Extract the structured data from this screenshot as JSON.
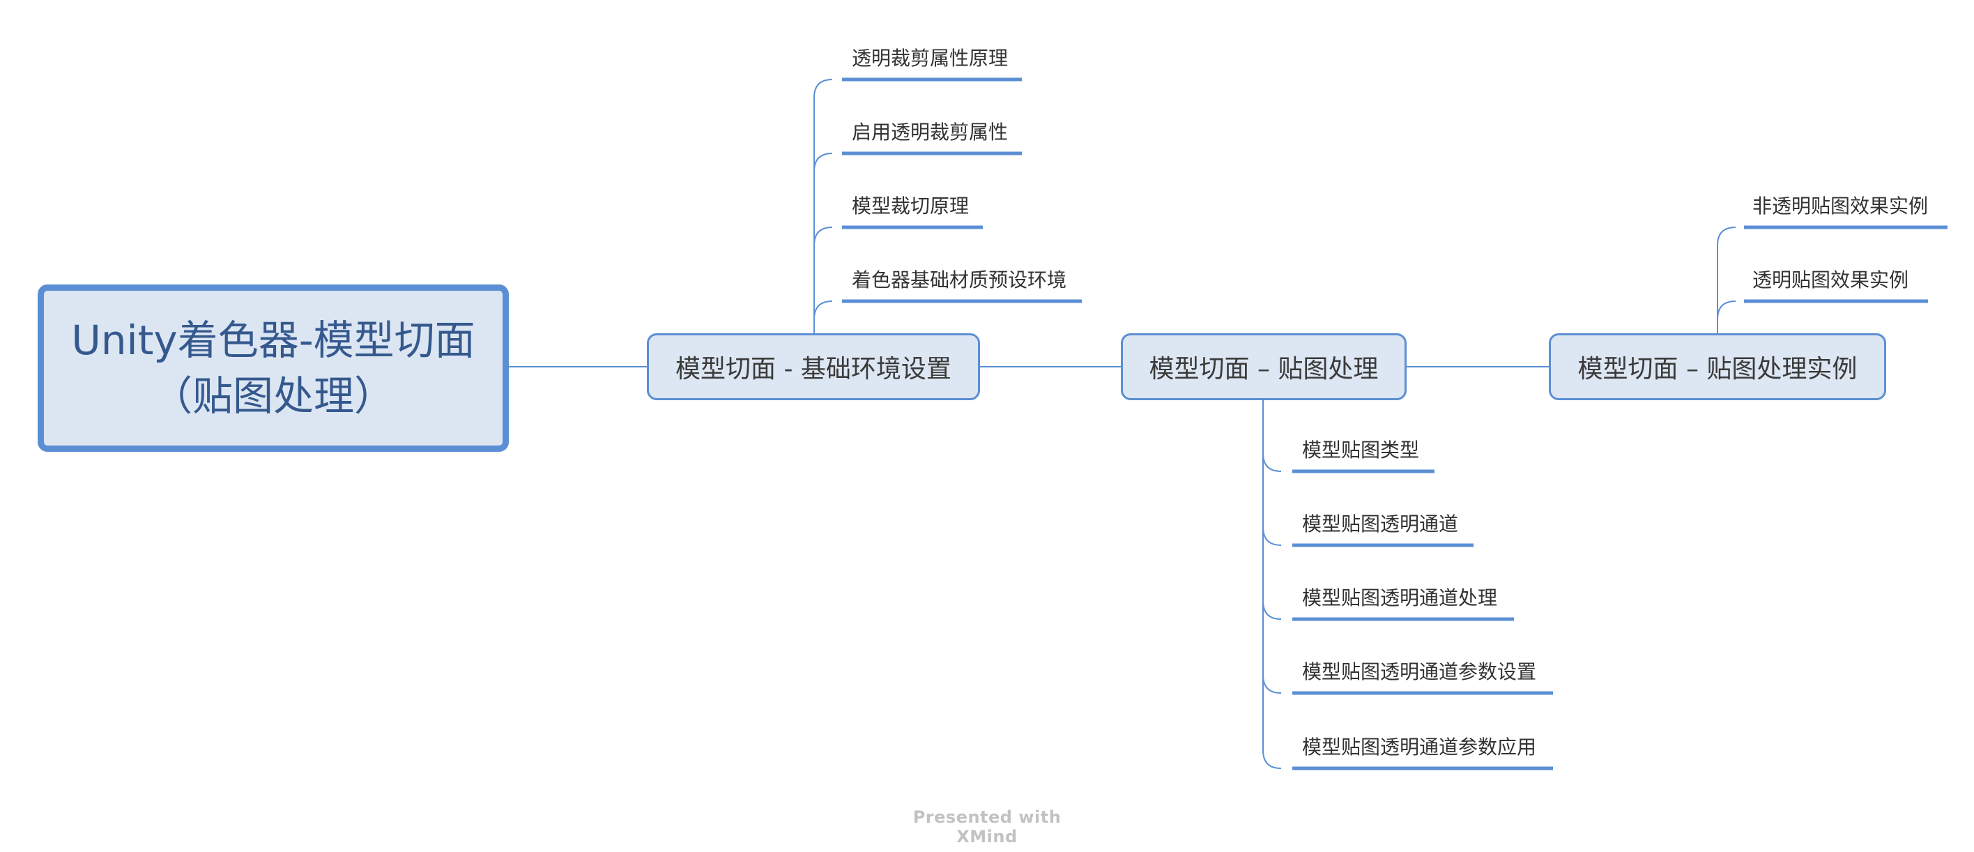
{
  "root": {
    "title": "Unity着色器-模型切面（贴图处理）"
  },
  "branches": [
    {
      "label": "模型切面 - 基础环境设置",
      "children": [
        "透明裁剪属性原理",
        "启用透明裁剪属性",
        "模型裁切原理",
        "着色器基础材质预设环境"
      ]
    },
    {
      "label": "模型切面 – 贴图处理",
      "children": [
        "模型贴图类型",
        "模型贴图透明通道",
        "模型贴图透明通道处理",
        "模型贴图透明通道参数设置",
        "模型贴图透明通道参数应用"
      ]
    },
    {
      "label": "模型切面 – 贴图处理实例",
      "children": [
        "非透明贴图效果实例",
        "透明贴图效果实例"
      ]
    }
  ],
  "footer": "Presented with XMind",
  "colors": {
    "accent": "#5b8fd4",
    "node_fill": "#dde7f3",
    "root_text": "#35598e"
  }
}
